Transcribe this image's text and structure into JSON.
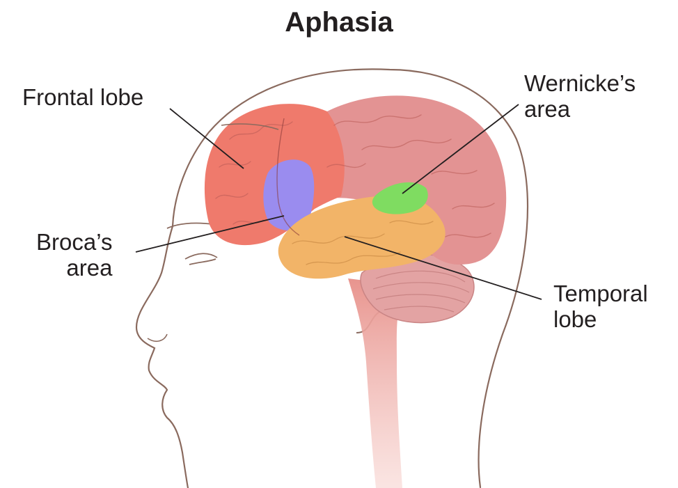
{
  "title": "Aphasia",
  "labels": {
    "frontal_lobe": "Frontal lobe",
    "wernickes_area": [
      "Wernicke’s",
      "area"
    ],
    "brocas_area": [
      "Broca’s",
      "area"
    ],
    "temporal_lobe": [
      "Temporal",
      "lobe"
    ]
  },
  "colors": {
    "frontal_lobe": "#ef7a6c",
    "parietal_region": "#e39393",
    "brocas_area": "#9a8cef",
    "wernickes_area": "#7fdc61",
    "temporal_lobe": "#f2b468",
    "cerebellum": "#e3a3a3",
    "brainstem": "#eaa39c",
    "outline": "#8a6a5e",
    "leader_line": "#231f20"
  }
}
